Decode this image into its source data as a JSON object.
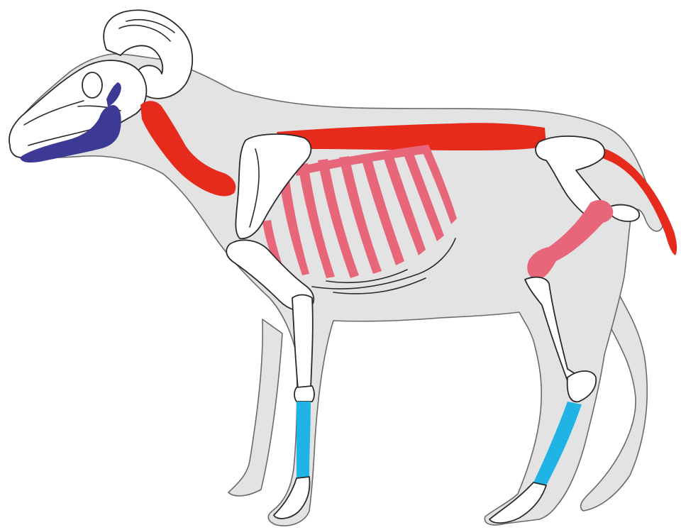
{
  "figure": {
    "subject": "sheep-skeleton",
    "colors": {
      "background": "#ffffff",
      "body_silhouette": "#e3e3e3",
      "silhouette_stroke": "#6a6a6a",
      "unhighlighted_bone": "#ffffff",
      "bone_stroke": "#2a2a2a",
      "mandible": "#3d3a96",
      "spine": "#e62a1c",
      "ribs": "#e8667a",
      "femur": "#e8667a",
      "metapodials": "#1fb3e6"
    },
    "highlighted_regions": [
      "mandible",
      "vertebral-column",
      "ribs",
      "femur",
      "metacarpal",
      "metatarsal"
    ]
  }
}
